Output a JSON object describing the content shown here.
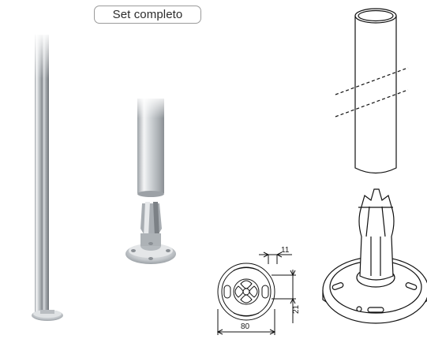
{
  "badge": {
    "label": "Set completo"
  },
  "dimensions": {
    "top_offset": "11",
    "height": "21",
    "diameter": "80"
  },
  "colors": {
    "steel_light": "#eef0f2",
    "steel_mid": "#c9cdd1",
    "steel_dark": "#8d9297",
    "line_art": "#111111"
  }
}
